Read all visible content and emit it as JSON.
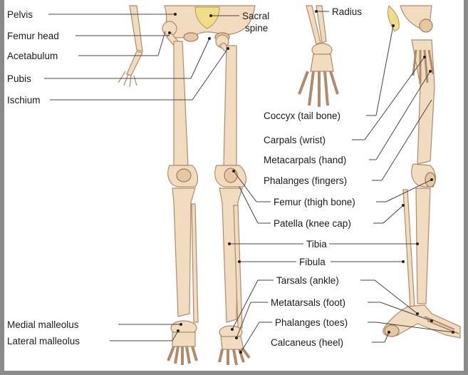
{
  "labels": {
    "pelvis": "Pelvis",
    "femur_head": "Femur head",
    "acetabulum": "Acetabulum",
    "pubis": "Pubis",
    "ischium": "Ischium",
    "sacral_1": "Sacral",
    "sacral_2": "spine",
    "radius": "Radius",
    "coccyx": "Coccyx (tail bone)",
    "carpals": "Carpals (wrist)",
    "metacarpals": "Metacarpals (hand)",
    "phalanges_fingers": "Phalanges (fingers)",
    "femur": "Femur (thigh bone)",
    "patella": "Patella (knee cap)",
    "tibia": "Tibia",
    "fibula": "Fibula",
    "tarsals": "Tarsals (ankle)",
    "metatarsals": "Metatarsals (foot)",
    "phalanges_toes": "Phalanges (toes)",
    "calcaneus": "Calcaneus (heel)",
    "medial_malleolus": "Medial malleolus",
    "lateral_malleolus": "Lateral malleolus"
  },
  "colors": {
    "bone": "#f2dcc0",
    "bone_outline": "#b08a6a",
    "sacrum": "#f0dc8a",
    "frame": "#8a8a88"
  }
}
